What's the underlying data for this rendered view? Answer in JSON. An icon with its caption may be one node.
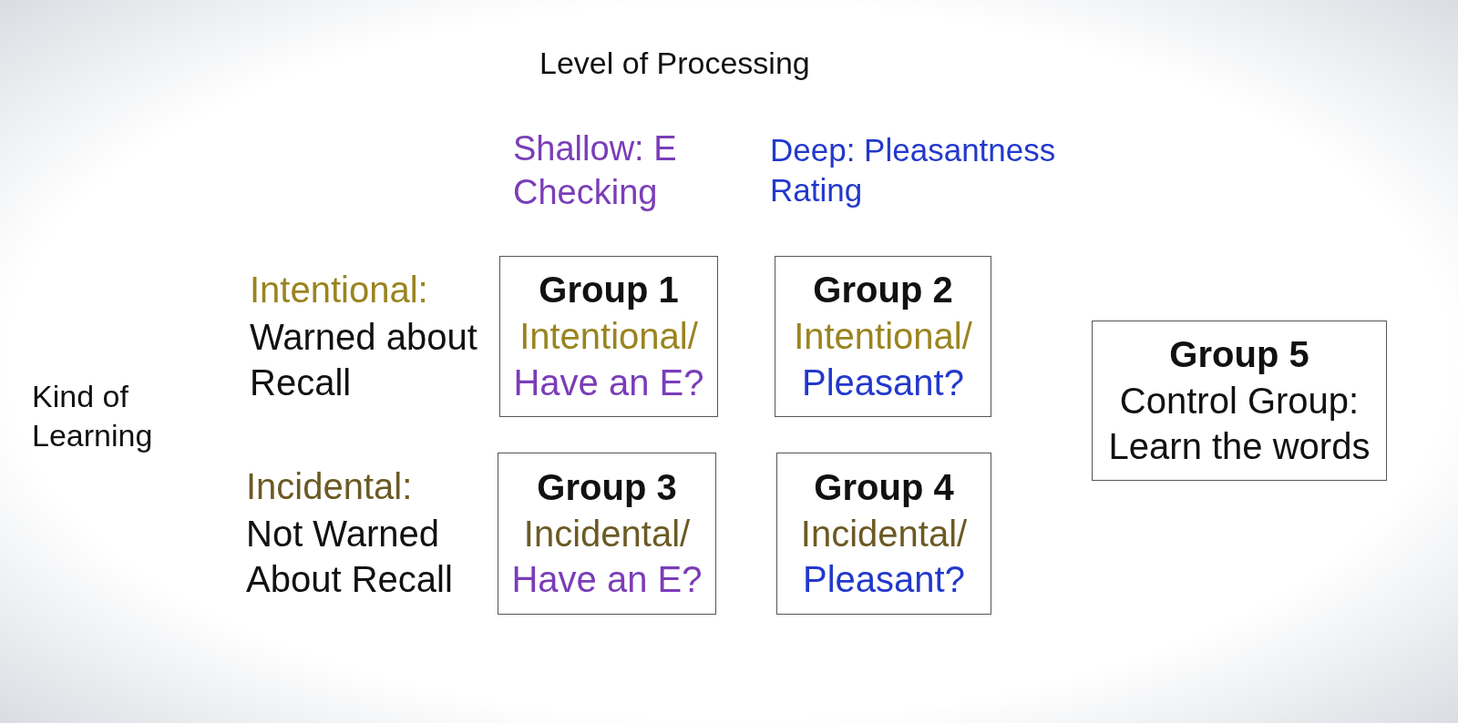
{
  "diagram": {
    "nodes": [
      {
        "text": [
          "Group 1",
          "Intentional/",
          "Have an E?"
        ]
      },
      {
        "text": [
          "Group 2",
          "Intentional/",
          "Pleasant?"
        ]
      },
      {
        "text": [
          "Group 5",
          "Control Group: Learn the words"
        ]
      },
      {
        "text": [
          "Group 3",
          "Incidental/",
          "Have an E?"
        ]
      },
      {
        "text": [
          "Group 4",
          "Incidental/",
          "Pleasant?"
        ]
      }
    ],
    "labels": [
      "Level of Processing",
      "Shallow: E Checking",
      "Deep: Pleasantness Rating",
      "Kind of Learning",
      "Intentional:",
      "Warned about Recall",
      "Incidental:",
      "Not Warned About Recall"
    ]
  }
}
